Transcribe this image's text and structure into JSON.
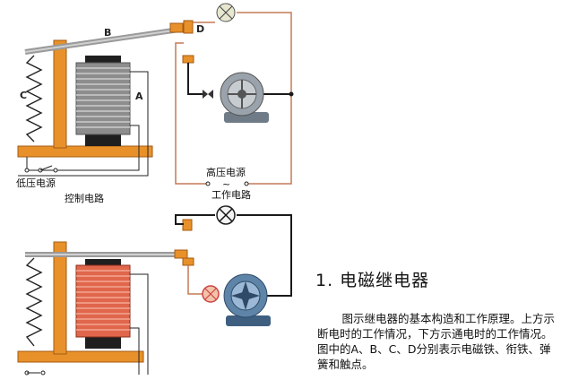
{
  "top_diagram": {
    "label_a": "A",
    "label_b": "B",
    "label_c": "C",
    "label_d": "D",
    "low_voltage_label": "低压电源",
    "control_circuit_label": "控制电路",
    "high_voltage_label": "高压电源",
    "ac_symbol": "~",
    "work_circuit_label": "工作电路"
  },
  "caption": {
    "title": "1. 电磁继电器",
    "body": "图示继电器的基本构造和工作原理。上方示断电时的工作情况，下方示通电时的工作情况。图中的A、B、C、D分别表示电磁铁、衔铁、弹簧和触点。"
  },
  "colors": {
    "frame_orange": "#e8912a",
    "coil_gray": "#8d8d8d",
    "coil_energized": "#e0664c",
    "core_black": "#1f1f1f",
    "wire_brown": "#c47a56",
    "wire_black": "#1a1a1a",
    "motor_blue": "#5e84a8",
    "bulb_off": "#e8e8d0",
    "bulb_on": "#f2c3a8"
  }
}
